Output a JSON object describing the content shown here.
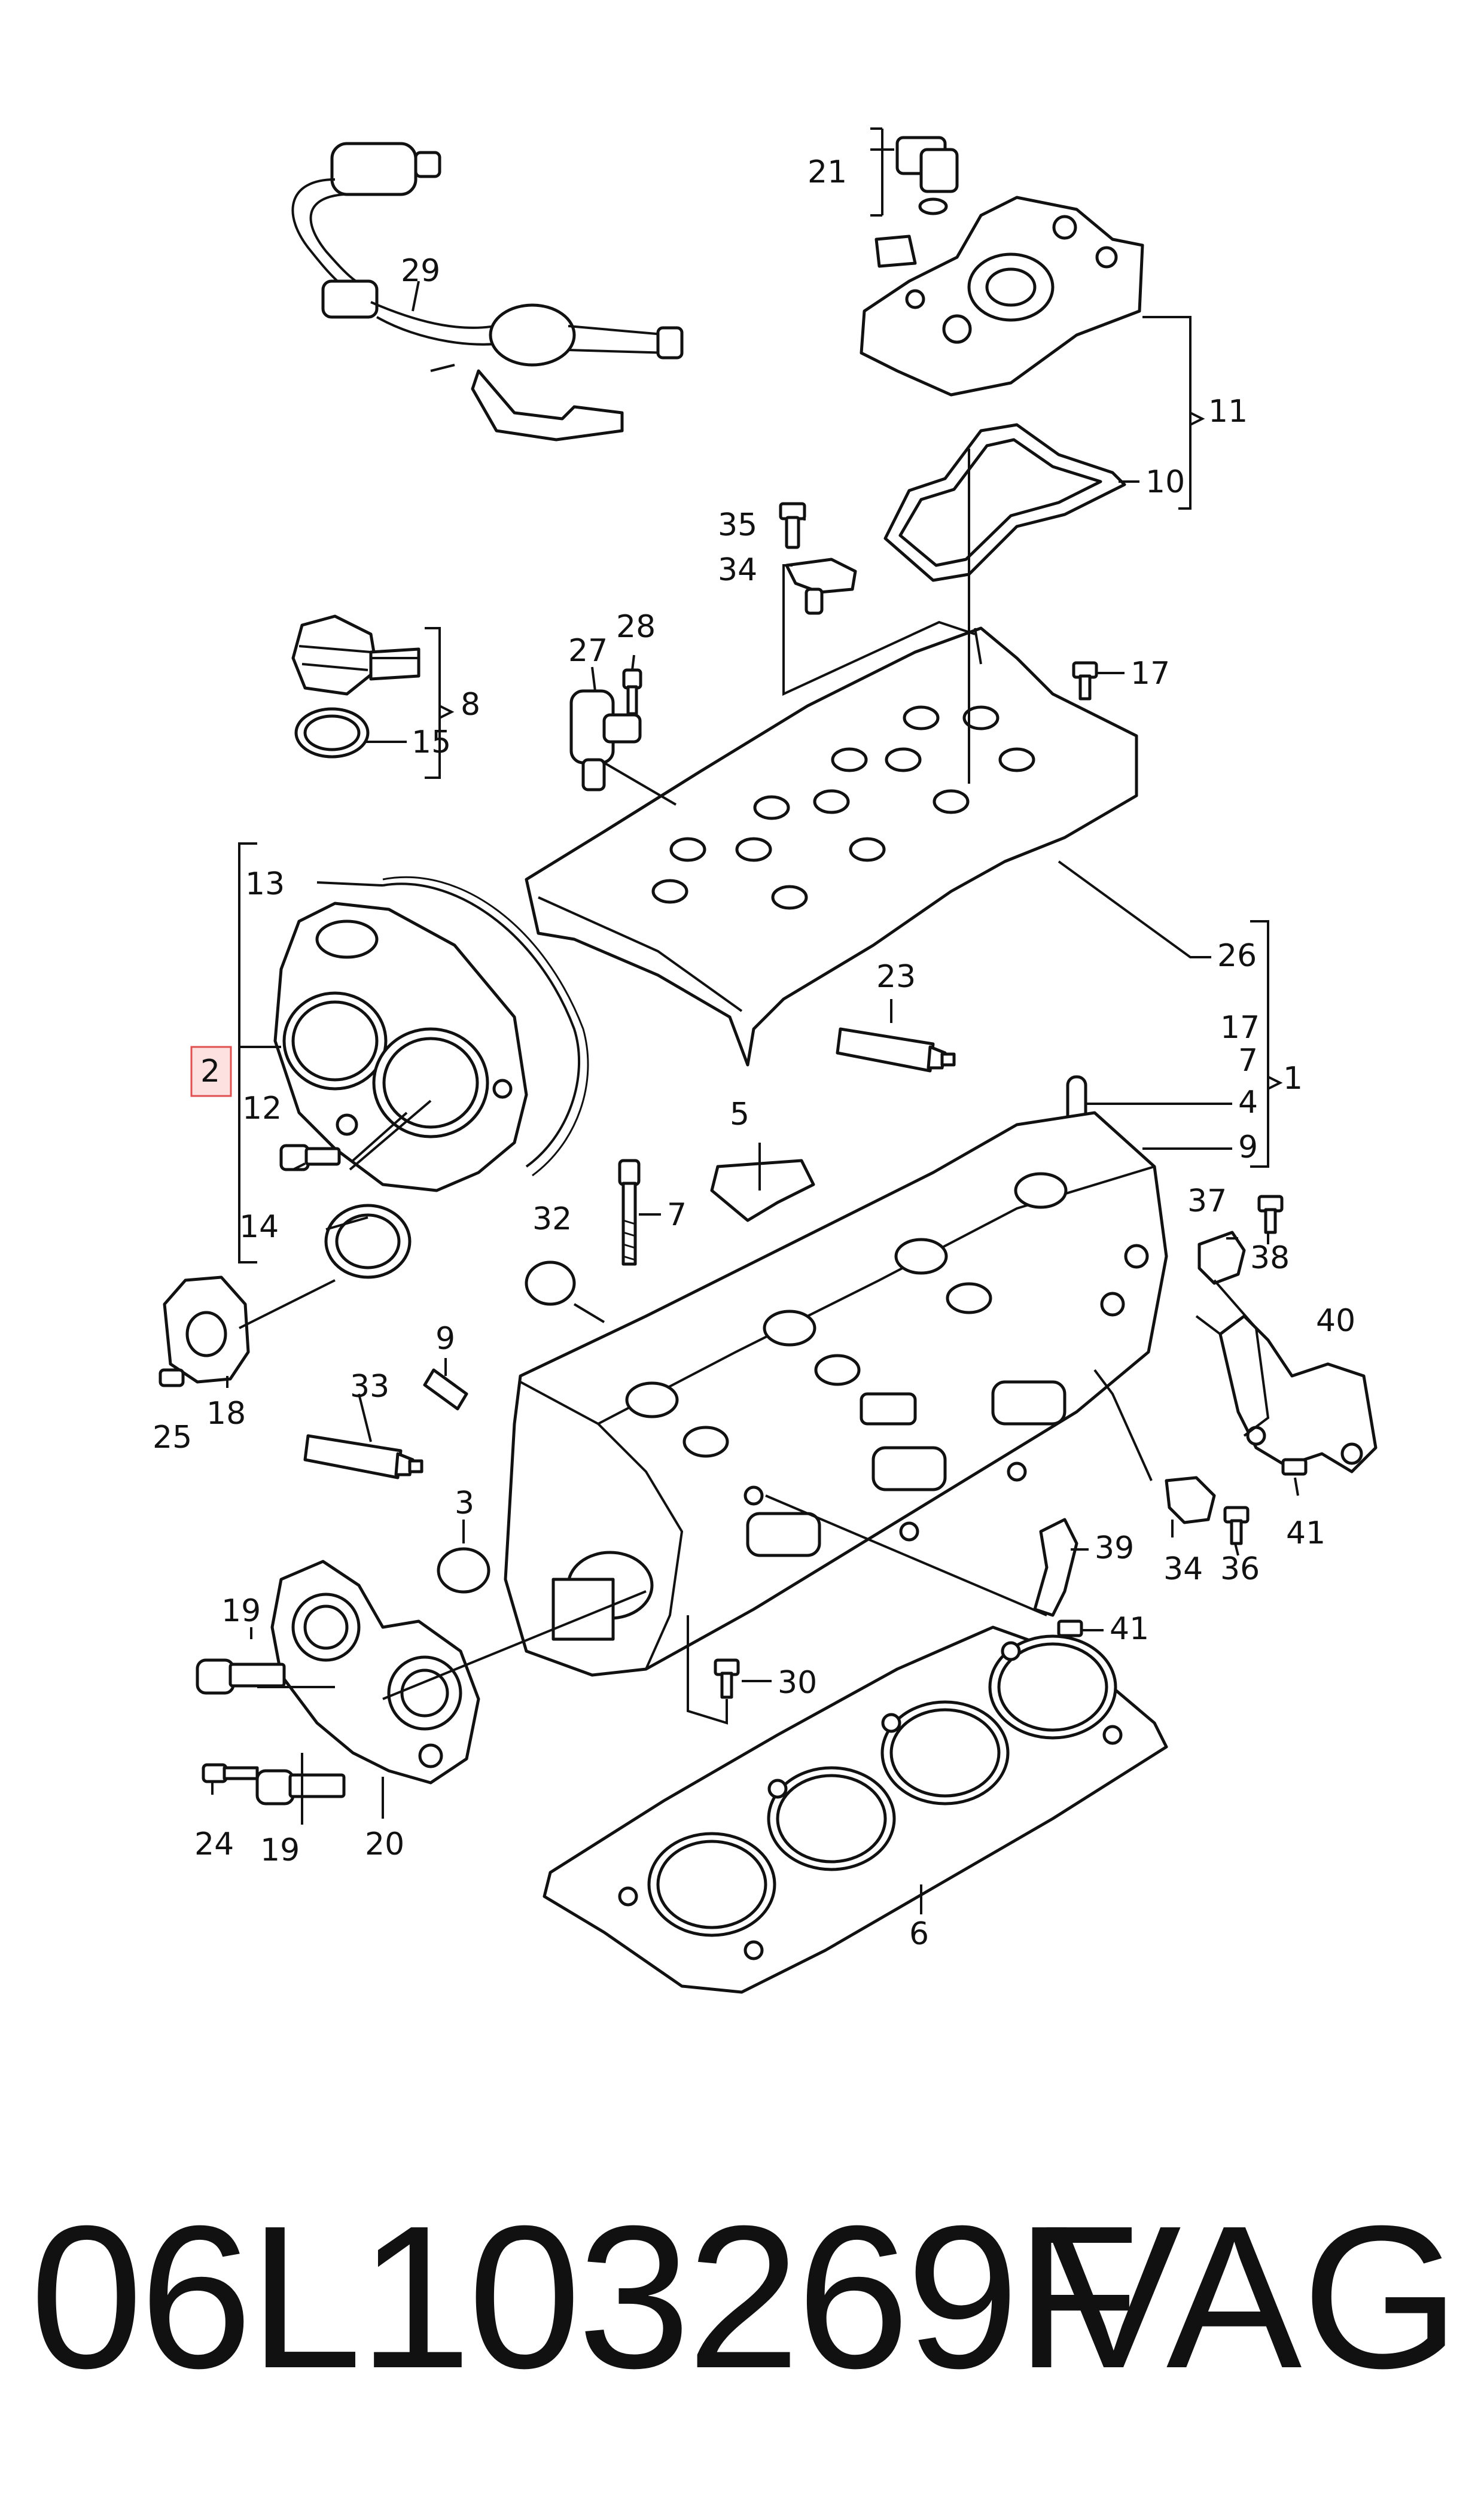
{
  "callouts": [
    "1",
    "2",
    "3",
    "4",
    "5",
    "6",
    "7",
    "7",
    "8",
    "9",
    "9",
    "10",
    "11",
    "12",
    "13",
    "14",
    "15",
    "17",
    "17",
    "18",
    "19",
    "19",
    "20",
    "21",
    "23",
    "24",
    "25",
    "26",
    "27",
    "28",
    "29",
    "30",
    "32",
    "33",
    "34",
    "34",
    "35",
    "36",
    "37",
    "38",
    "39",
    "40",
    "41",
    "41"
  ],
  "footer": {
    "part_number": "06L103269F",
    "brand": "VAG"
  }
}
